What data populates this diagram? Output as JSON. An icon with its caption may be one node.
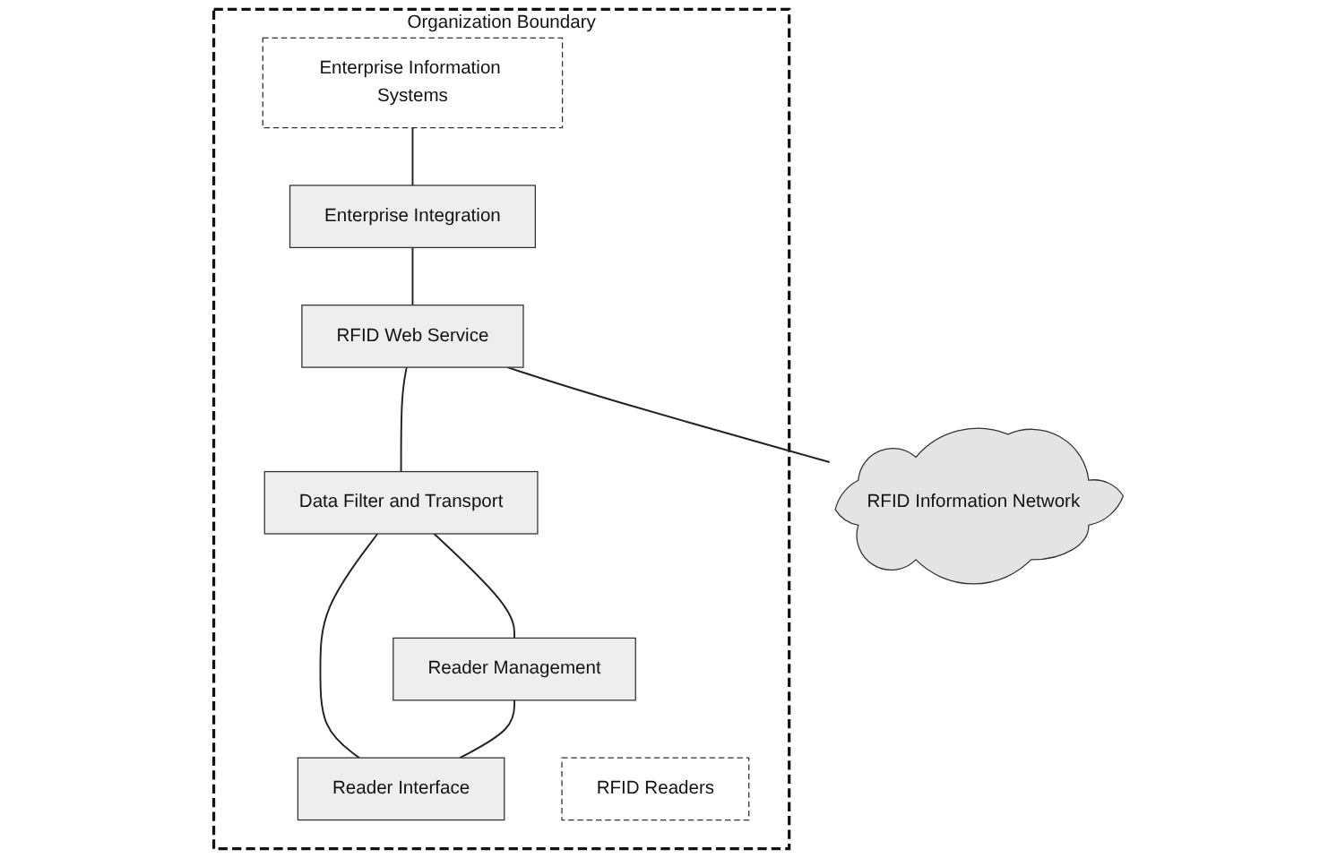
{
  "diagram": {
    "nodes": [
      {
        "text": [
          "Organization Boundary"
        ]
      },
      {
        "text": [
          "Enterprise Information Systems"
        ],
        "in": 0
      },
      {
        "text": [
          "Enterprise Integration"
        ],
        "in": 0
      },
      {
        "text": [
          "RFID Web Service"
        ],
        "in": 0
      },
      {
        "text": [
          "Data Filter and Transport"
        ],
        "in": 0
      },
      {
        "text": [
          "Reader Management"
        ],
        "in": 0
      },
      {
        "text": [
          "Reader Interface"
        ],
        "in": 0
      },
      {
        "text": [
          "RFID Readers"
        ],
        "in": 0
      },
      {
        "text": [
          "RFID Information Network"
        ]
      }
    ],
    "edges": [
      {
        "from": 1,
        "to": 2,
        "arrow": "none"
      },
      {
        "from": 2,
        "to": 3,
        "arrow": "none"
      },
      {
        "from": 3,
        "to": 8,
        "arrow": "none"
      },
      {
        "from": 3,
        "to": 4,
        "arrow": "none"
      },
      {
        "from": 4,
        "to": 5,
        "arrow": "none"
      },
      {
        "from": 4,
        "to": 6,
        "arrow": "none"
      },
      {
        "from": 5,
        "to": 6,
        "arrow": "none"
      }
    ]
  }
}
